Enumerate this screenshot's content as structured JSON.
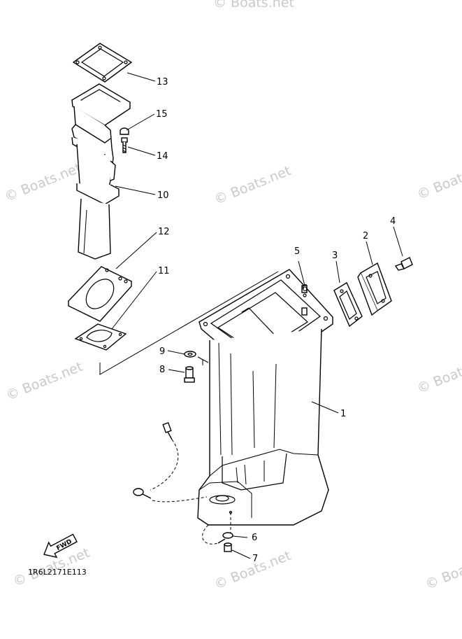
{
  "diagram": {
    "drawing_code": "1R6L2171E113",
    "direction_label": "FWD",
    "watermark": "© Boats.net",
    "parts": [
      {
        "id": "upper-casing",
        "label": "1"
      },
      {
        "id": "exhaust-cover",
        "label": "2"
      },
      {
        "id": "cover-gasket",
        "label": "3"
      },
      {
        "id": "cover-bolt",
        "label": "4"
      },
      {
        "id": "dowel-pin",
        "label": "5"
      },
      {
        "id": "dowel-pin-upper",
        "label": "6"
      },
      {
        "id": "drain-bolt",
        "label": "7"
      },
      {
        "id": "casing-bolt",
        "label": "8"
      },
      {
        "id": "casing-washer",
        "label": "9"
      },
      {
        "id": "exhaust-pipe-lower",
        "label": "10"
      },
      {
        "id": "plate-gasket",
        "label": "11"
      },
      {
        "id": "exhaust-plate",
        "label": "12"
      },
      {
        "id": "top-gasket",
        "label": "13"
      },
      {
        "id": "pipe-bolt",
        "label": "14"
      },
      {
        "id": "pipe-washer",
        "label": "15"
      },
      {
        "id": "drain-washer",
        "label": "6"
      }
    ]
  },
  "colors": {
    "line": "#000000",
    "watermark": "#c9c9c9",
    "background": "#ffffff"
  }
}
